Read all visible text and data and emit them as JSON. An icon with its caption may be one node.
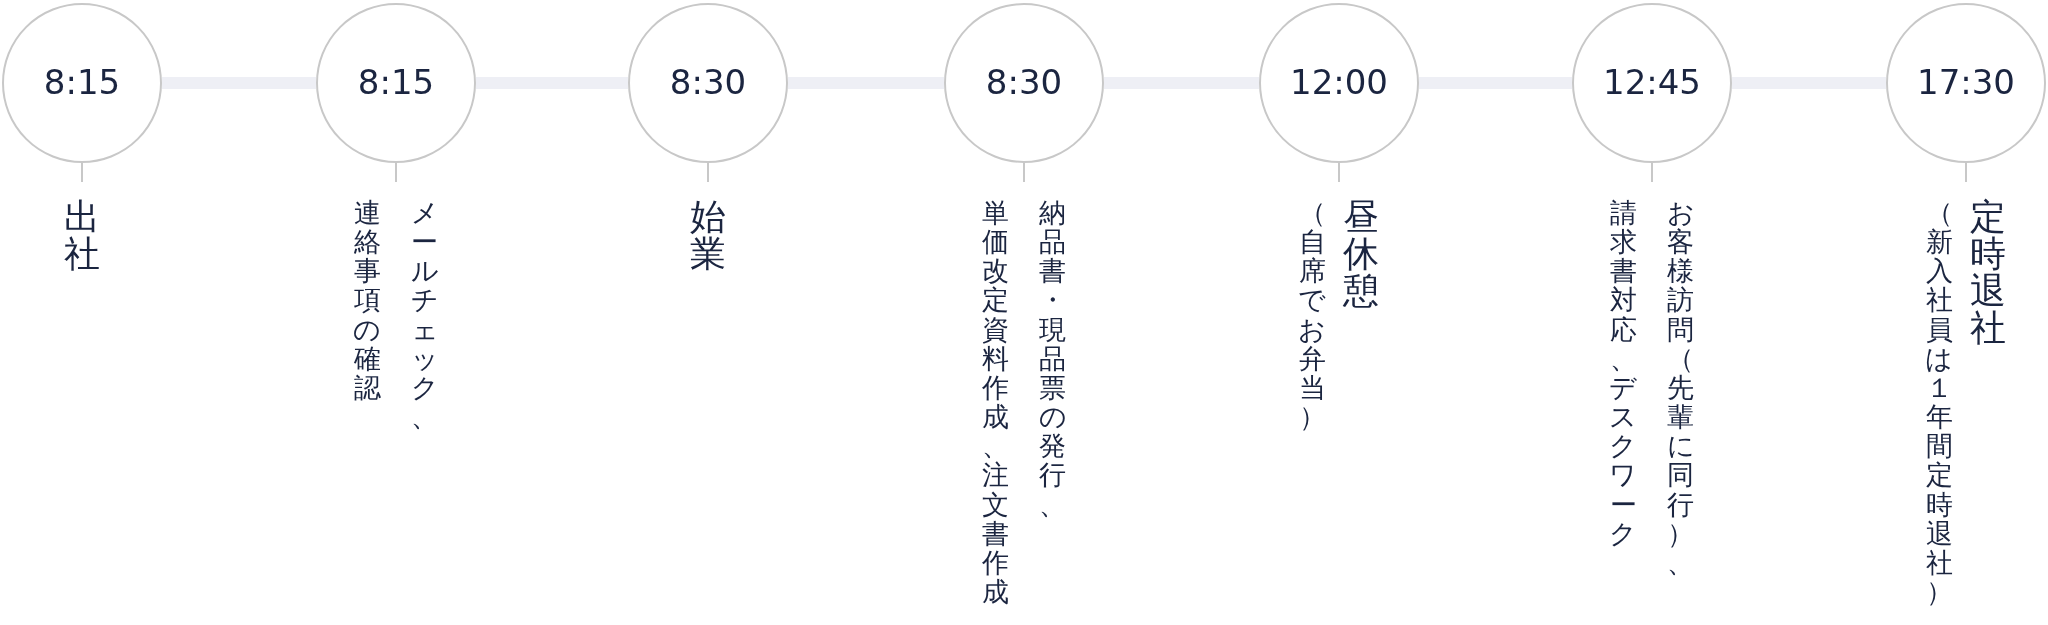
{
  "diagram": {
    "nodes": [
      {
        "text": [
          "8:15"
        ]
      },
      {
        "text": [
          "出社"
        ]
      },
      {
        "text": [
          "8:15"
        ]
      },
      {
        "text": [
          "メールチェック、連絡事項の確認"
        ]
      },
      {
        "text": [
          "8:30"
        ]
      },
      {
        "text": [
          "始業"
        ]
      },
      {
        "text": [
          "8:30"
        ]
      },
      {
        "text": [
          "納品書・現品票の発行、単価改定資料作成、注文書作成"
        ]
      },
      {
        "text": [
          "12:00"
        ]
      },
      {
        "text": [
          "昼休憩"
        ],
        "beside": [
          "（自席でお弁当）"
        ]
      },
      {
        "text": [
          "12:45"
        ]
      },
      {
        "text": [
          "お客様訪問（先輩に同行）、請求書対応、デスクワーク"
        ]
      },
      {
        "text": [
          "17:30"
        ]
      },
      {
        "text": [
          "定時退社"
        ],
        "beside": [
          "（新入社員は１年間定時退社）"
        ]
      }
    ],
    "edges": [
      {
        "from": 0,
        "to": 1,
        "arrow": "none"
      },
      {
        "from": 0,
        "to": 2,
        "arrow": "none",
        "style": "thick",
        "color": "#eeeff5"
      },
      {
        "from": 2,
        "to": 3,
        "arrow": "none"
      },
      {
        "from": 2,
        "to": 4,
        "arrow": "none",
        "style": "thick",
        "color": "#eeeff5"
      },
      {
        "from": 4,
        "to": 5,
        "arrow": "none"
      },
      {
        "from": 4,
        "to": 6,
        "arrow": "none",
        "style": "thick",
        "color": "#eeeff5"
      },
      {
        "from": 6,
        "to": 7,
        "arrow": "none"
      },
      {
        "from": 6,
        "to": 8,
        "arrow": "none",
        "style": "thick",
        "color": "#eeeff5"
      },
      {
        "from": 8,
        "to": 9,
        "arrow": "none"
      },
      {
        "from": 8,
        "to": 10,
        "arrow": "none",
        "style": "thick",
        "color": "#eeeff5"
      },
      {
        "from": 10,
        "to": 11,
        "arrow": "none"
      },
      {
        "from": 10,
        "to": 12,
        "arrow": "none",
        "style": "thick",
        "color": "#eeeff5"
      },
      {
        "from": 12,
        "to": 13,
        "arrow": "none"
      }
    ]
  }
}
